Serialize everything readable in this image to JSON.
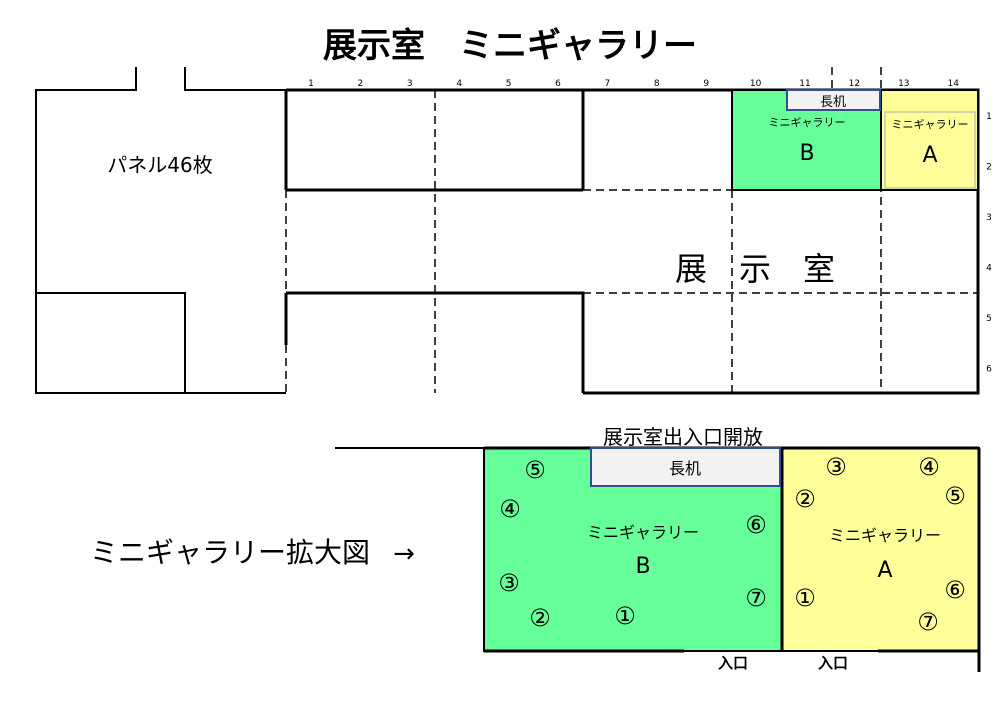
{
  "title": "展示室　ミニギャラリー",
  "floor_plan": {
    "panel_label": "パネル46枚",
    "room_label": "展　示　室",
    "bench_label": "長机",
    "gallery_b": {
      "title": "ミニギャラリー",
      "letter": "B",
      "color": "#66ff99"
    },
    "gallery_a": {
      "title": "ミニギャラリー",
      "letter": "A",
      "color": "#ffff99"
    },
    "column_numbers": [
      "1",
      "2",
      "3",
      "4",
      "5",
      "6",
      "7",
      "8",
      "9",
      "10",
      "11",
      "12",
      "13",
      "14"
    ],
    "row_numbers": [
      "1",
      "2",
      "3",
      "4",
      "5",
      "6"
    ]
  },
  "enlarged": {
    "heading": "ミニギャラリー拡大図",
    "arrow": "→",
    "top_label": "展示室出入口開放",
    "bench_label": "長机",
    "gallery_b": {
      "title": "ミニギャラリー",
      "letter": "B",
      "color": "#66ff99",
      "spots": [
        "①",
        "②",
        "③",
        "④",
        "⑤",
        "⑥",
        "⑦"
      ]
    },
    "gallery_a": {
      "title": "ミニギャラリー",
      "letter": "A",
      "color": "#ffff99",
      "spots": [
        "①",
        "②",
        "③",
        "④",
        "⑤",
        "⑥",
        "⑦"
      ]
    },
    "entrance_label_left": "入口",
    "entrance_label_right": "入口"
  }
}
